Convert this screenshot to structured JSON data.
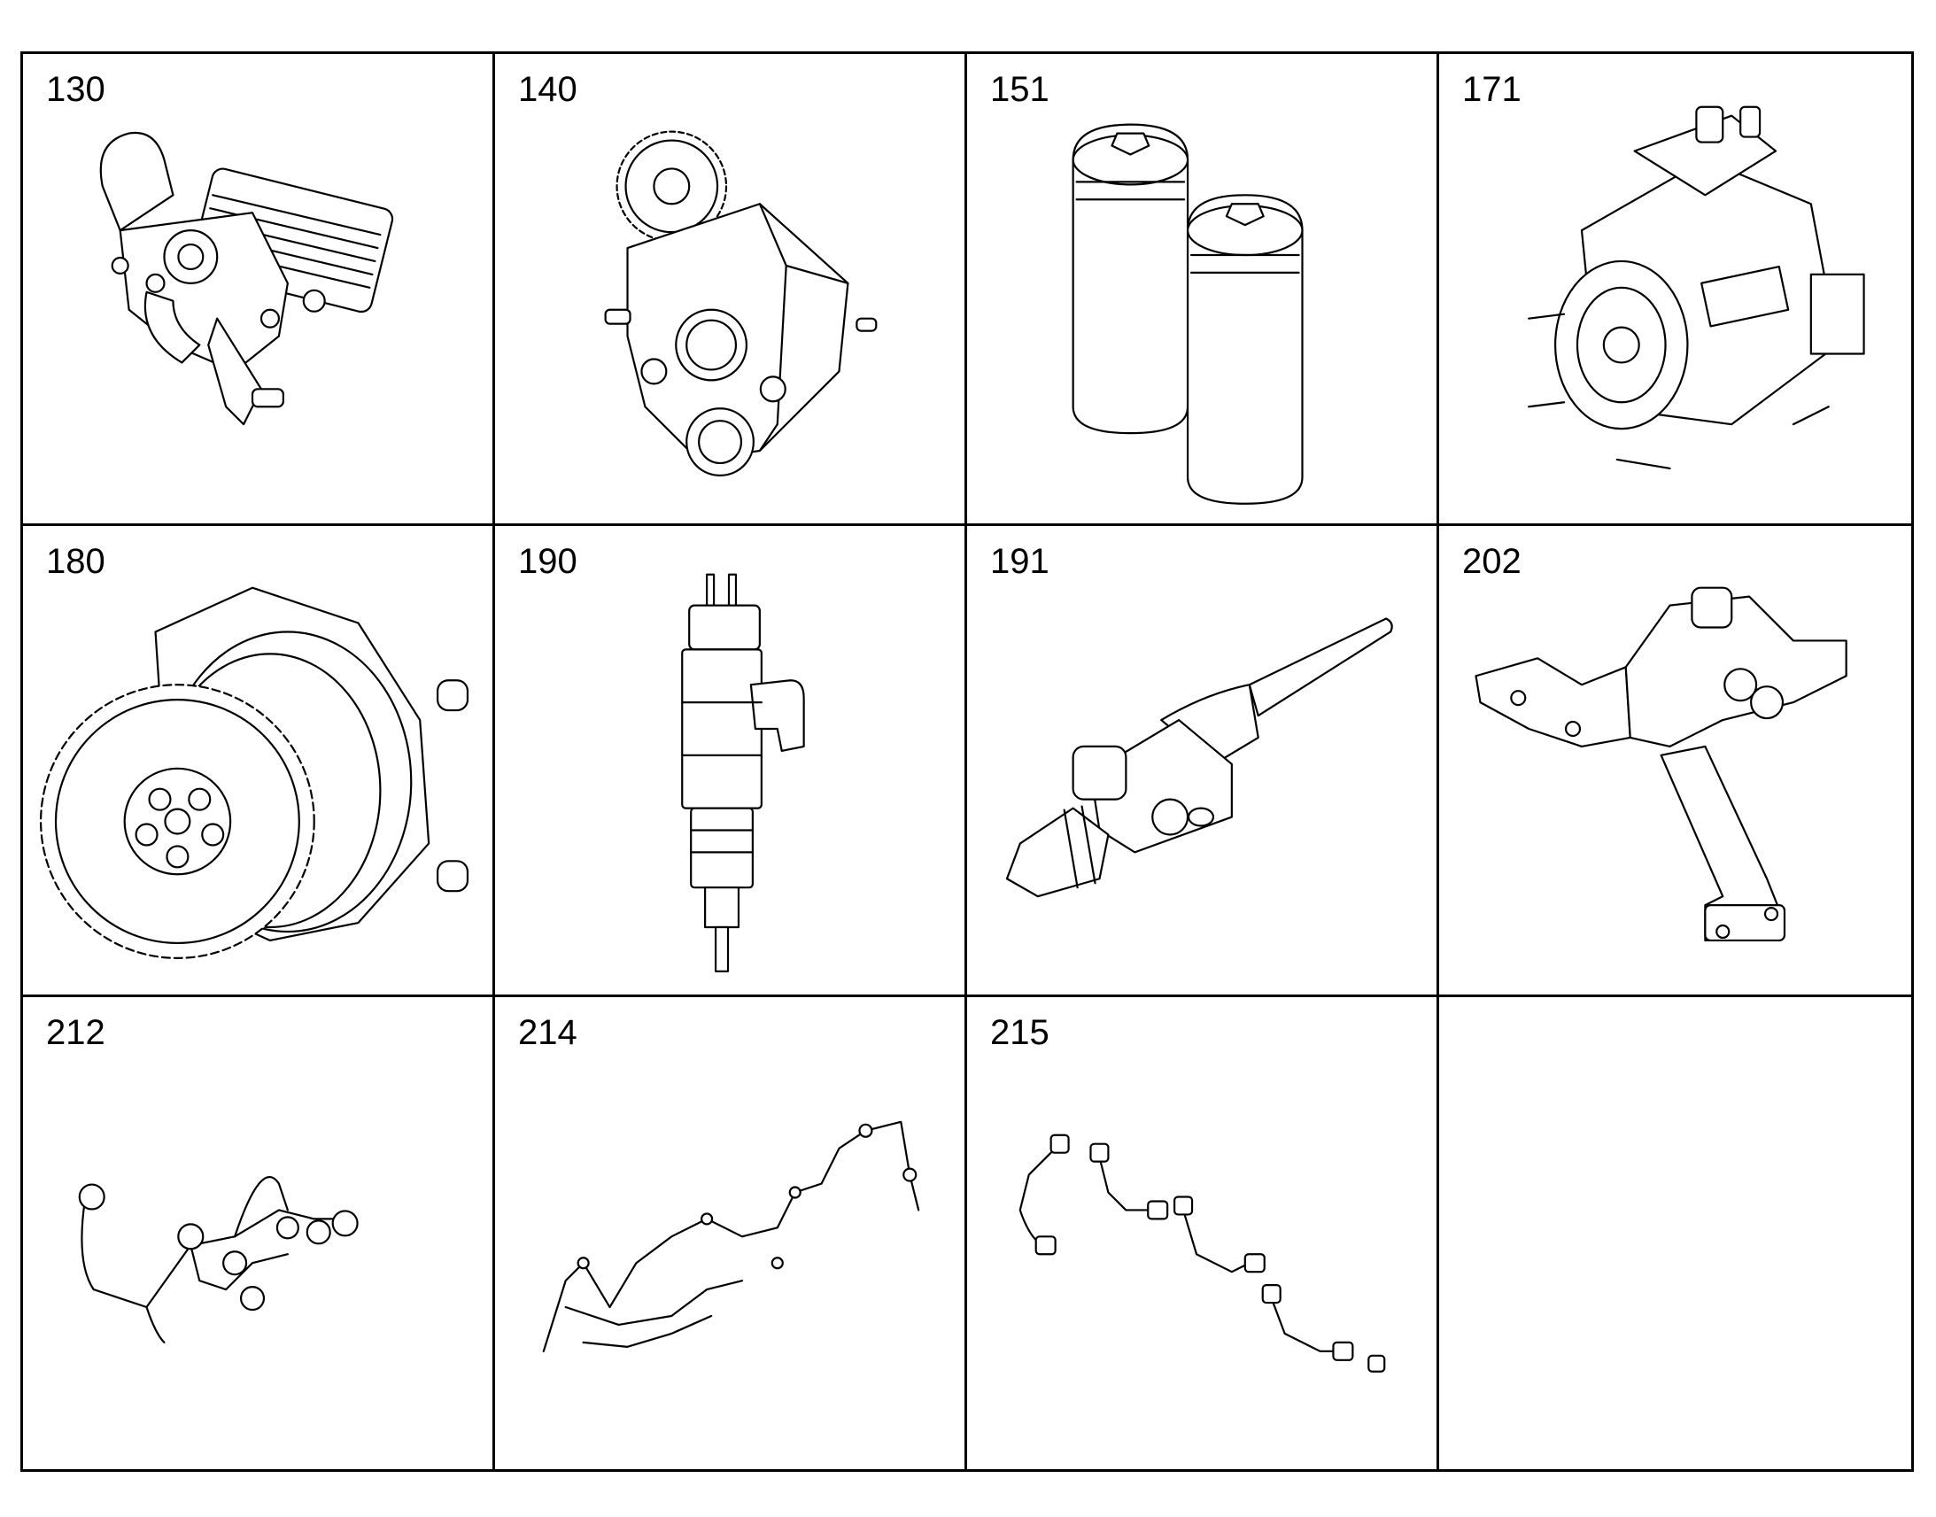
{
  "parts": [
    {
      "number": "130",
      "icon": "oil-pump-module-icon"
    },
    {
      "number": "140",
      "icon": "gear-pump-housing-icon"
    },
    {
      "number": "151",
      "icon": "fuel-filter-cartridges-icon"
    },
    {
      "number": "171",
      "icon": "high-pressure-fuel-pump-icon"
    },
    {
      "number": "180",
      "icon": "gear-drive-hub-icon"
    },
    {
      "number": "190",
      "icon": "fuel-injector-icon"
    },
    {
      "number": "191",
      "icon": "injector-nozzle-icon"
    },
    {
      "number": "202",
      "icon": "mounting-bracket-icon"
    },
    {
      "number": "212",
      "icon": "wiring-harness-icon"
    },
    {
      "number": "214",
      "icon": "fuel-line-harness-icon"
    },
    {
      "number": "215",
      "icon": "injection-lines-icon"
    },
    {
      "number": "",
      "icon": ""
    }
  ],
  "colors": {
    "line": "#000000",
    "background": "#ffffff"
  }
}
